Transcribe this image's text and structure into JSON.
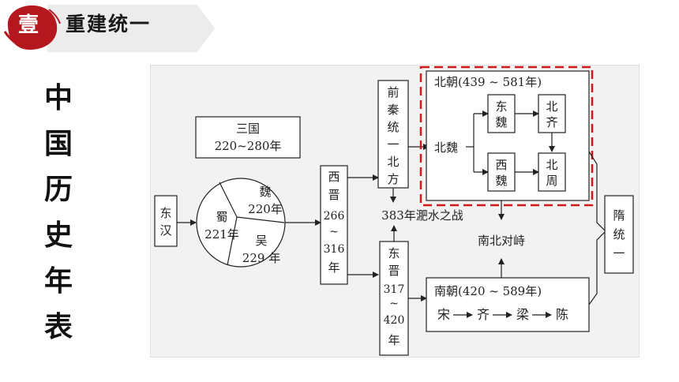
{
  "header": {
    "badge": "壹",
    "title": "重建统一"
  },
  "page_title_chars": [
    "中",
    "国",
    "历",
    "史",
    "年",
    "表"
  ],
  "diagram": {
    "donghan": [
      "东",
      "汉"
    ],
    "sanguo_title": "三国",
    "sanguo_years": "220~280年",
    "wei": "魏",
    "wei_year": "220年",
    "shu": "蜀",
    "shu_year": "221年",
    "wu": "吴",
    "wu_year": "229 年",
    "xijin": [
      "西",
      "晋",
      "266",
      "~",
      "316",
      "年"
    ],
    "dongjin": [
      "东",
      "晋",
      "317",
      "~",
      "420",
      "年"
    ],
    "qianqin": [
      "前",
      "秦",
      "统",
      "一",
      "北",
      "方"
    ],
    "feishui": "383年淝水之战",
    "beichao_title": "北朝(439 ~ 581年)",
    "beiwei": "北魏",
    "dongwei": [
      "东",
      "魏"
    ],
    "xiwei": [
      "西",
      "魏"
    ],
    "beiqi": [
      "北",
      "齐"
    ],
    "beizhou": [
      "北",
      "周"
    ],
    "duizhi": "南北对峙",
    "nanchao_title": "南朝(420 ~ 589年)",
    "nanchao_dynasties": [
      "宋",
      "齐",
      "梁",
      "陈"
    ],
    "sui": [
      "隋",
      "统",
      "一"
    ]
  },
  "colors": {
    "accent_red": "#b5171e",
    "banner_gray": "#ececec",
    "dash_red": "#d21a1a"
  }
}
